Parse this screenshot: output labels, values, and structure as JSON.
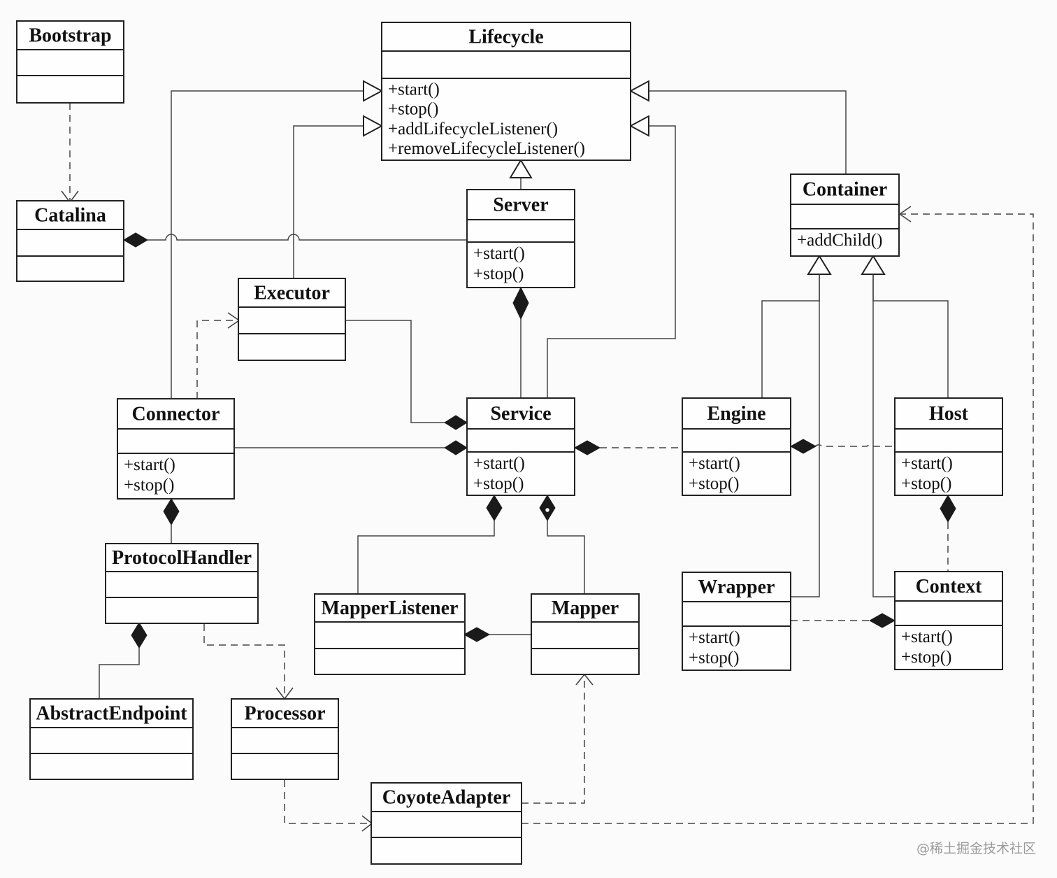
{
  "classes": {
    "lifecycle": {
      "name": "Lifecycle",
      "methods": [
        "+start()",
        "+stop()",
        "+addLifecycleListener()",
        "+removeLifecycleListener()"
      ]
    },
    "bootstrap": {
      "name": "Bootstrap",
      "methods": []
    },
    "catalina": {
      "name": "Catalina",
      "methods": []
    },
    "server": {
      "name": "Server",
      "methods": [
        "+start()",
        "+stop()"
      ]
    },
    "container": {
      "name": "Container",
      "methods": [
        "+addChild()"
      ]
    },
    "executor": {
      "name": "Executor",
      "methods": []
    },
    "connector": {
      "name": "Connector",
      "methods": [
        "+start()",
        "+stop()"
      ]
    },
    "service": {
      "name": "Service",
      "methods": [
        "+start()",
        "+stop()"
      ]
    },
    "engine": {
      "name": "Engine",
      "methods": [
        "+start()",
        "+stop()"
      ]
    },
    "host": {
      "name": "Host",
      "methods": [
        "+start()",
        "+stop()"
      ]
    },
    "protocolhandler": {
      "name": "ProtocolHandler",
      "methods": []
    },
    "mapperlistener": {
      "name": "MapperListener",
      "methods": []
    },
    "mapper": {
      "name": "Mapper",
      "methods": []
    },
    "wrapper": {
      "name": "Wrapper",
      "methods": [
        "+start()",
        "+stop()"
      ]
    },
    "context": {
      "name": "Context",
      "methods": [
        "+start()",
        "+stop()"
      ]
    },
    "abstractendpoint": {
      "name": "AbstractEndpoint",
      "methods": []
    },
    "processor": {
      "name": "Processor",
      "methods": []
    },
    "coyoteadapter": {
      "name": "CoyoteAdapter",
      "methods": []
    }
  },
  "watermark": "@稀土掘金技术社区"
}
